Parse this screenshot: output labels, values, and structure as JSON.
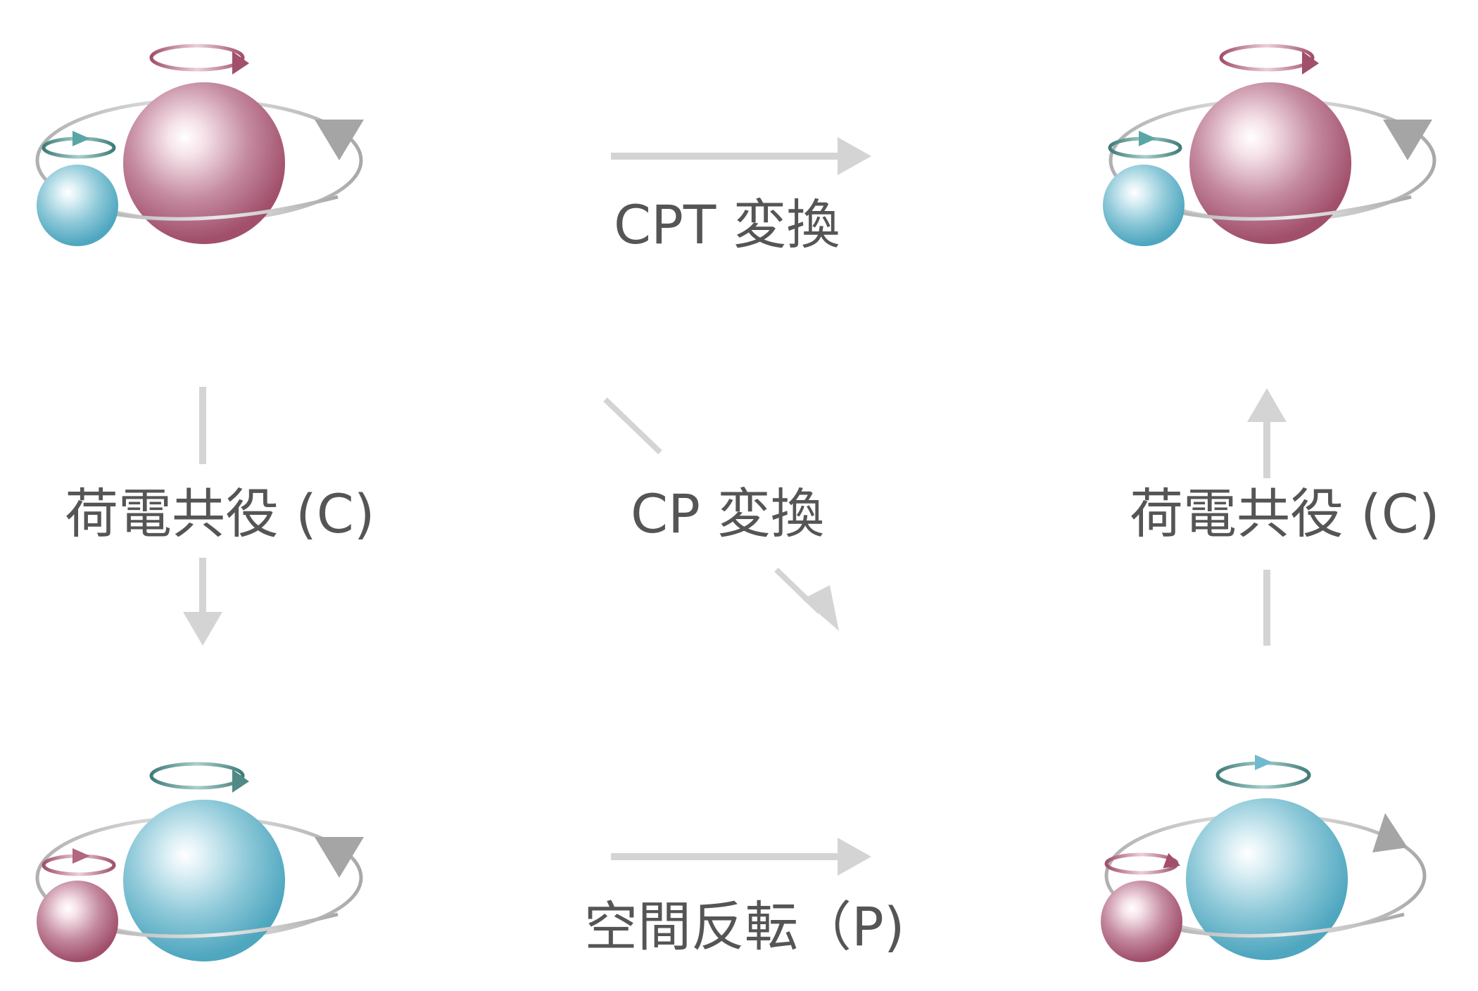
{
  "labels": {
    "cpt": "CPT 変換",
    "cp": "CP 変換",
    "c_left": "荷電共役 (C)",
    "c_right": "荷電共役 (C)",
    "p": "空間反転（P)"
  },
  "colors": {
    "pink": "#b2667f",
    "pink_dark": "#a14f6b",
    "blue": "#6fbace",
    "blue_dark": "#4ea6bf",
    "teal": "#4f8a86",
    "orbit": "#b8b8b8",
    "orbit_arrow": "#a5a5a5",
    "transform_arrow": "#d4d4d4",
    "text": "#555555"
  },
  "atoms": [
    {
      "id": "top-left",
      "nucleus": "pink",
      "electron": "blue",
      "nucleus_spin": "pink",
      "electron_spin": "teal",
      "orbit_direction": "down",
      "nucleus_spin_direction": "right"
    },
    {
      "id": "top-right",
      "nucleus": "pink",
      "electron": "blue",
      "nucleus_spin": "pink",
      "electron_spin": "teal",
      "orbit_direction": "down",
      "nucleus_spin_direction": "right"
    },
    {
      "id": "bottom-left",
      "nucleus": "blue",
      "electron": "pink",
      "nucleus_spin": "teal",
      "electron_spin": "pink",
      "orbit_direction": "down",
      "nucleus_spin_direction": "right"
    },
    {
      "id": "bottom-right",
      "nucleus": "blue",
      "electron": "pink",
      "nucleus_spin": "teal",
      "electron_spin": "pink",
      "orbit_direction": "up",
      "nucleus_spin_direction": "right"
    }
  ]
}
